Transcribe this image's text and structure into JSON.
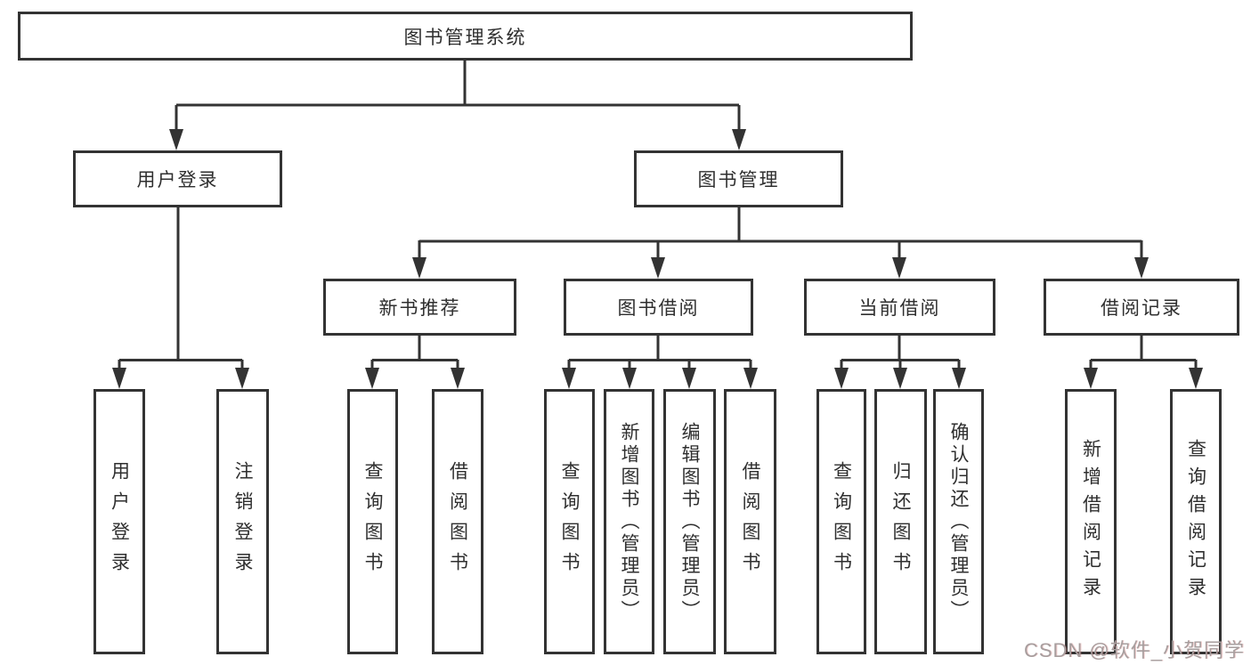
{
  "diagram_title": "图书管理系统",
  "colors": {
    "box_border": "#333333",
    "connector": "#333333",
    "text": "#2f2f2f",
    "watermark": "#a79e9e",
    "background": "#ffffff"
  },
  "tree": {
    "root": "图书管理系统",
    "children": [
      {
        "label": "用户登录",
        "children": [
          {
            "label": "用户登录"
          },
          {
            "label": "注销登录"
          }
        ]
      },
      {
        "label": "图书管理",
        "children": [
          {
            "label": "新书推荐",
            "children": [
              {
                "label": "查询图书"
              },
              {
                "label": "借阅图书"
              }
            ]
          },
          {
            "label": "图书借阅",
            "children": [
              {
                "label": "查询图书"
              },
              {
                "label": "新增图书（管理员）"
              },
              {
                "label": "编辑图书（管理员）"
              },
              {
                "label": "借阅图书"
              }
            ]
          },
          {
            "label": "当前借阅",
            "children": [
              {
                "label": "查询图书"
              },
              {
                "label": "归还图书"
              },
              {
                "label": "确认归还（管理员）"
              }
            ]
          },
          {
            "label": "借阅记录",
            "children": [
              {
                "label": "新增借阅记录"
              },
              {
                "label": "查询借阅记录"
              }
            ]
          }
        ]
      }
    ]
  },
  "watermark": "CSDN @软件_小贺同学"
}
